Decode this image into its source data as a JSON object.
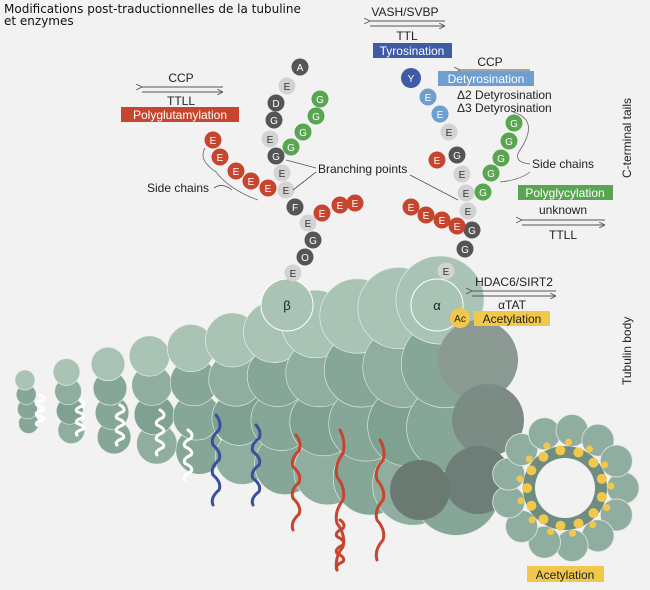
{
  "title_line1": "Modifications post-traductionnelles de la tubuline",
  "title_line2": "et enzymes",
  "side_labels": {
    "c_terminal": "C-terminal tails",
    "tubulin_body": "Tubulin body"
  },
  "beta_tail": {
    "subunit_label": "β",
    "residues": [
      "E",
      "O",
      "G",
      "E",
      "F",
      "E",
      "E",
      "G",
      "E",
      "G",
      "D",
      "E",
      "A"
    ],
    "branch_green": [
      "G",
      "G",
      "G",
      "G"
    ],
    "branch_red": [
      "E",
      "E",
      "E"
    ],
    "side_chain_red": [
      "E",
      "E",
      "E",
      "E",
      "E"
    ]
  },
  "alpha_tail": {
    "subunit_label": "α",
    "ac_label": "Ac",
    "terminal": "Y",
    "residues": [
      "E",
      "G",
      "G",
      "E",
      "E",
      "E",
      "G",
      "E",
      "E"
    ],
    "side_green": [
      "G",
      "G",
      "G",
      "G",
      "G"
    ],
    "side_red": [
      "E",
      "E",
      "E",
      "E"
    ],
    "branch_red": [
      "E"
    ]
  },
  "annotations": {
    "vash": "VASH/SVBP",
    "ttl_top": "TTL",
    "tyrosination": "Tyrosination",
    "ccp_right": "CCP",
    "detyrosination": "Detyrosination",
    "d2": "Δ2 Detyrosination",
    "d3": "Δ3 Detyrosination",
    "side_chains_right": "Side chains",
    "polyglycylation": "Polyglycylation",
    "unknown": "unknown",
    "ttll_right": "TTLL",
    "ccp_left": "CCP",
    "ttll_left": "TTLL",
    "polyglutamylation": "Polyglutamylation",
    "side_chains_left": "Side chains",
    "branching_points": "Branching points",
    "hdac": "HDAC6/SIRT2",
    "atat": "αTAT",
    "acetylation_main": "Acetylation",
    "acetylation_bottom": "Acetylation"
  },
  "colors": {
    "tubulin": "#8fae9f",
    "tubulin_dark": "#5f7f72",
    "glutamate": "#c7452f",
    "glycine": "#5aa551",
    "glyc_red_label": "#c7452f",
    "tyrosination_bg": "#3f5aa6",
    "detyr_bg": "#6f9fd0",
    "acetyl_bg": "#f1c84c",
    "blue_tail": "#3a5199"
  }
}
